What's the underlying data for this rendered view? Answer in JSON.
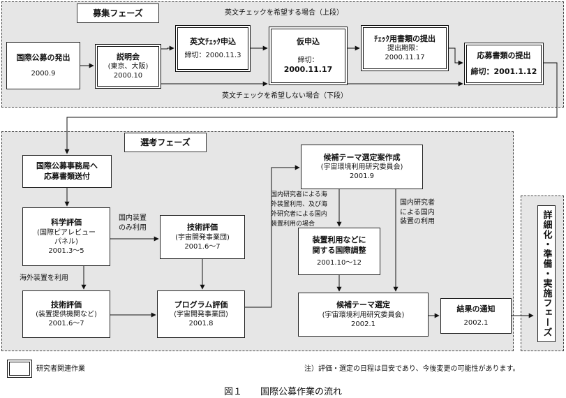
{
  "phases": {
    "recruit": "募集フェーズ",
    "select": "選考フェーズ",
    "detail": "詳細化・準備・実施フェーズ"
  },
  "route_labels": {
    "upper": "英文チェックを希望する場合（上段）",
    "lower": "英文チェックを希望しない場合（下段）"
  },
  "boxes": {
    "announce": {
      "title": "国際公募の発出",
      "date": "2000.9"
    },
    "briefing": {
      "title": "説明会",
      "sub": "(東京、大阪)",
      "date": "2000.10"
    },
    "eng_check": {
      "title": "英文ﾁｪｯｸ申込",
      "date": "締切：2000.11.3"
    },
    "prelim": {
      "title": "仮申込",
      "sub": "締切：",
      "date": "2000.11.17"
    },
    "check_docs": {
      "title": "ﾁｪｯｸ用書類の提出",
      "sub": "提出期限：",
      "date": "2000.11.17"
    },
    "submit": {
      "title": "応募書類の提出",
      "date": "締切：2001.1.12"
    },
    "send": {
      "line1": "国際公募事務局へ",
      "line2": "応募書類送付"
    },
    "sci": {
      "title": "科学評価",
      "sub1": "(国際ピアレビュー",
      "sub2": "パネル)",
      "date": "2001.3～5"
    },
    "tech1": {
      "title": "技術評価",
      "sub": "(宇宙開発事業団)",
      "date": "2001.6～7"
    },
    "tech2": {
      "title": "技術評価",
      "sub": "(装置提供機関など)",
      "date": "2001.6～7"
    },
    "program": {
      "title": "プログラム評価",
      "sub": "(宇宙開発事業団)",
      "date": "2001.8"
    },
    "theme_draft": {
      "title": "候補テーマ選定案作成",
      "sub": "(宇宙環境利用研究委員会)",
      "date": "2001.9"
    },
    "coord": {
      "line1": "装置利用などに",
      "line2": "関する国際調整",
      "date": "2001.10～12"
    },
    "theme_sel": {
      "title": "候補テーマ選定",
      "sub": "(宇宙環境利用研究委員会)",
      "date": "2002.1"
    },
    "notify": {
      "title": "結果の通知",
      "date": "2002.1"
    }
  },
  "notes": {
    "domestic_only": [
      "国内装置",
      "のみ利用"
    ],
    "overseas": "海外装置を利用",
    "intl_use": [
      "国内研究者による海",
      "外装置利用、及び海",
      "外研究者による国内",
      "装置利用の場合"
    ],
    "domestic_use": [
      "国内研究者",
      "による国内",
      "装置の利用"
    ]
  },
  "legend": {
    "label": "研究者関連作業"
  },
  "footnote": "注）評価・選定の日程は目安であり、今後変更の可能性があります。",
  "caption": "図１　　国際公募作業の流れ"
}
